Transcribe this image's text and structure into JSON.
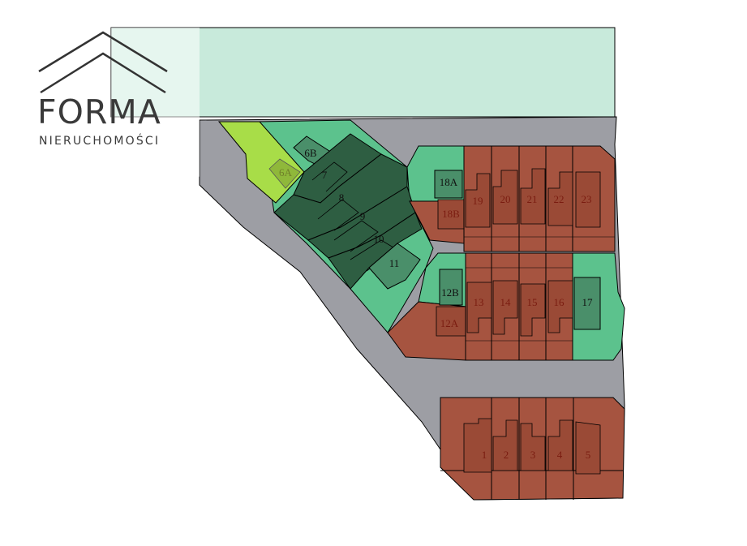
{
  "logo": {
    "word": "FORMA",
    "subtitle": "NIERUCHOMOŚCI"
  },
  "legend_colors": {
    "sold": "#a65440",
    "available": "#2e5e42",
    "reserved": "#4a8f6a",
    "green_area": "#5cc28d",
    "selected": "#a8dd48",
    "road": "#9d9ea4",
    "park": "#c8eadb"
  },
  "plots": [
    {
      "id": "1",
      "label": "1",
      "status": "sold"
    },
    {
      "id": "2",
      "label": "2",
      "status": "sold"
    },
    {
      "id": "3",
      "label": "3",
      "status": "sold"
    },
    {
      "id": "4",
      "label": "4",
      "status": "sold"
    },
    {
      "id": "5",
      "label": "5",
      "status": "sold"
    },
    {
      "id": "6A",
      "label": "6A",
      "status": "selected"
    },
    {
      "id": "6B",
      "label": "6B",
      "status": "reserved"
    },
    {
      "id": "7",
      "label": "7",
      "status": "available"
    },
    {
      "id": "8",
      "label": "8",
      "status": "available"
    },
    {
      "id": "9",
      "label": "9",
      "status": "available"
    },
    {
      "id": "10",
      "label": "10",
      "status": "available"
    },
    {
      "id": "11",
      "label": "11",
      "status": "reserved"
    },
    {
      "id": "12A",
      "label": "12A",
      "status": "sold"
    },
    {
      "id": "12B",
      "label": "12B",
      "status": "reserved"
    },
    {
      "id": "13",
      "label": "13",
      "status": "sold"
    },
    {
      "id": "14",
      "label": "14",
      "status": "sold"
    },
    {
      "id": "15",
      "label": "15",
      "status": "sold"
    },
    {
      "id": "16",
      "label": "16",
      "status": "sold"
    },
    {
      "id": "17",
      "label": "17",
      "status": "reserved"
    },
    {
      "id": "18A",
      "label": "18A",
      "status": "reserved"
    },
    {
      "id": "18B",
      "label": "18B",
      "status": "sold"
    },
    {
      "id": "19",
      "label": "19",
      "status": "sold"
    },
    {
      "id": "20",
      "label": "20",
      "status": "sold"
    },
    {
      "id": "21",
      "label": "21",
      "status": "sold"
    },
    {
      "id": "22",
      "label": "22",
      "status": "sold"
    },
    {
      "id": "23",
      "label": "23",
      "status": "sold"
    }
  ]
}
